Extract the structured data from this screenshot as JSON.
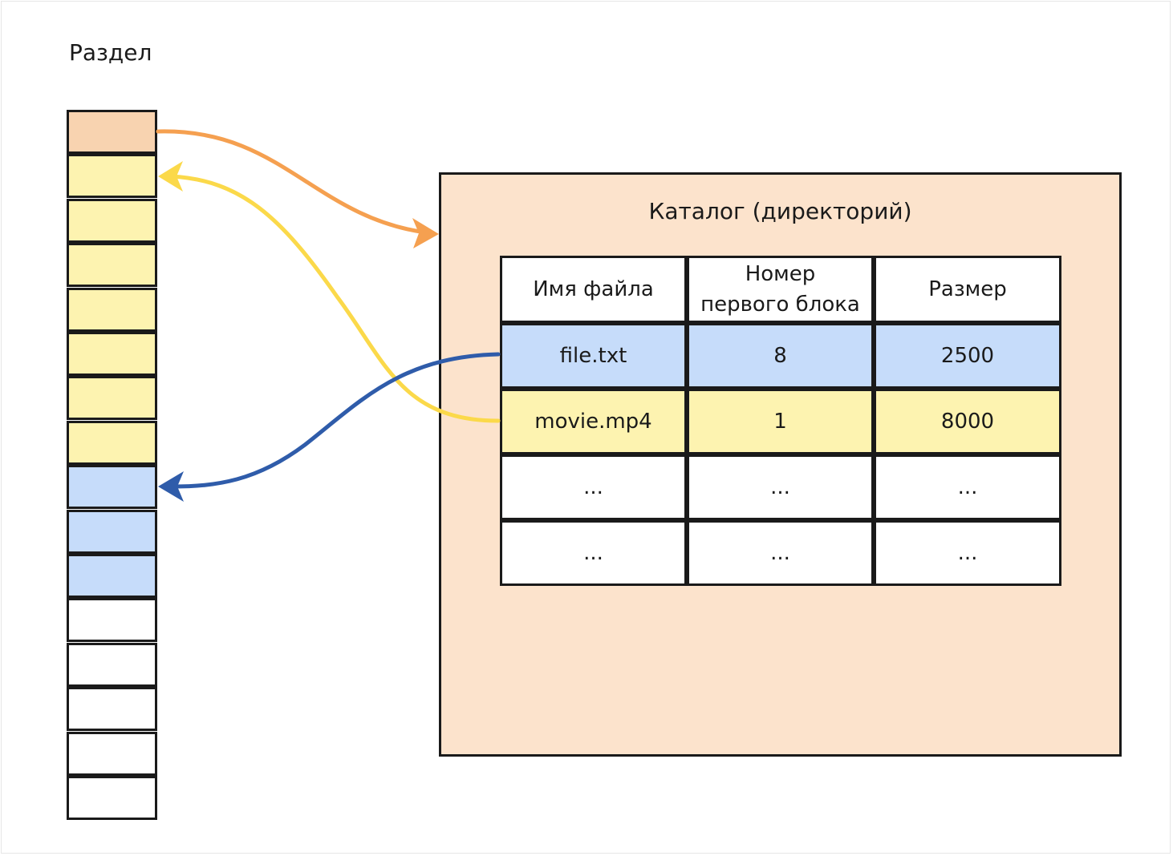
{
  "partition": {
    "label": "Раздел",
    "blocks": [
      {
        "index": 0,
        "kind": "directory",
        "color": "#f8d3b0"
      },
      {
        "index": 1,
        "kind": "movie",
        "color": "#fdf3b0"
      },
      {
        "index": 2,
        "kind": "movie",
        "color": "#fdf3b0"
      },
      {
        "index": 3,
        "kind": "movie",
        "color": "#fdf3b0"
      },
      {
        "index": 4,
        "kind": "movie",
        "color": "#fdf3b0"
      },
      {
        "index": 5,
        "kind": "movie",
        "color": "#fdf3b0"
      },
      {
        "index": 6,
        "kind": "movie",
        "color": "#fdf3b0"
      },
      {
        "index": 7,
        "kind": "movie",
        "color": "#fdf3b0"
      },
      {
        "index": 8,
        "kind": "file",
        "color": "#c6dcfa"
      },
      {
        "index": 9,
        "kind": "file",
        "color": "#c6dcfa"
      },
      {
        "index": 10,
        "kind": "file",
        "color": "#c6dcfa"
      },
      {
        "index": 11,
        "kind": "free",
        "color": "#ffffff"
      },
      {
        "index": 12,
        "kind": "free",
        "color": "#ffffff"
      },
      {
        "index": 13,
        "kind": "free",
        "color": "#ffffff"
      },
      {
        "index": 14,
        "kind": "free",
        "color": "#ffffff"
      },
      {
        "index": 15,
        "kind": "free",
        "color": "#ffffff"
      }
    ]
  },
  "catalog": {
    "title": "Каталог (директорий)",
    "background": "#fce3cc",
    "table": {
      "headers": [
        "Имя файла",
        "Номер первого блока",
        "Размер"
      ],
      "rows": [
        {
          "cells": [
            "file.txt",
            "8",
            "2500"
          ],
          "color": "#c6dcfa"
        },
        {
          "cells": [
            "movie.mp4",
            "1",
            "8000"
          ],
          "color": "#fdf3b0"
        },
        {
          "cells": [
            "...",
            "...",
            "..."
          ],
          "color": "#ffffff"
        },
        {
          "cells": [
            "...",
            "...",
            "..."
          ],
          "color": "#ffffff"
        }
      ]
    }
  },
  "arrows": [
    {
      "from": "partition-block-0",
      "to": "catalog",
      "color": "#f5a050"
    },
    {
      "from": "movie-row",
      "to": "partition-block-1",
      "color": "#fbd94a"
    },
    {
      "from": "file-row",
      "to": "partition-block-8",
      "color": "#2f5caa"
    }
  ]
}
